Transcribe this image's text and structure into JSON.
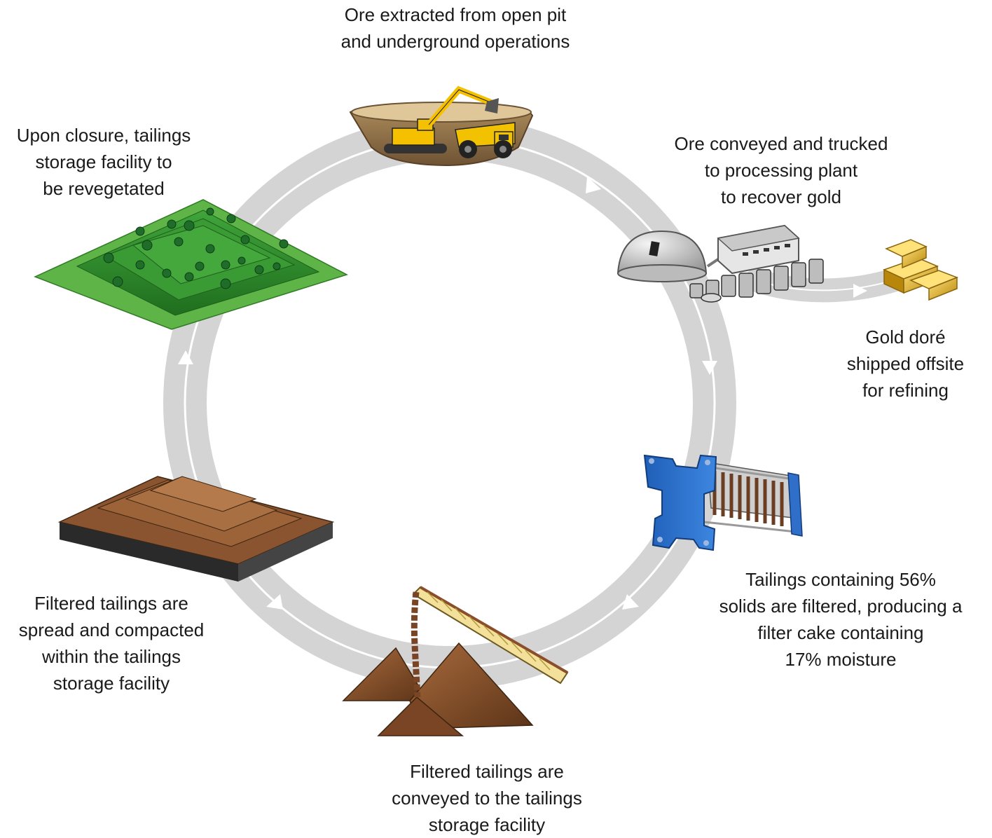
{
  "steps": {
    "mining": {
      "lines": [
        "Ore extracted from open pit",
        "and underground operations"
      ]
    },
    "processing": {
      "lines": [
        "Ore conveyed and trucked",
        "to processing plant",
        "to recover gold"
      ]
    },
    "gold": {
      "lines": [
        "Gold doré",
        "shipped offsite",
        "for refining"
      ]
    },
    "filtering": {
      "lines": [
        "Tailings containing 56%",
        "solids are filtered, producing a",
        "filter cake containing",
        "17% moisture"
      ]
    },
    "conveying": {
      "lines": [
        "Filtered tailings are",
        "conveyed to the tailings",
        "storage facility"
      ]
    },
    "spreading": {
      "lines": [
        "Filtered tailings are",
        "spread and compacted",
        "within the tailings",
        "storage facility"
      ]
    },
    "closure": {
      "lines": [
        "Upon closure, tailings",
        "storage facility to",
        "be revegetated"
      ]
    }
  },
  "colors": {
    "cycle_ring": "#d4d4d4",
    "cycle_line": "#ffffff",
    "pit": "#9b7a4e",
    "excavator": "#f5c000",
    "truck": "#f2c200",
    "mill": "#d0d0d0",
    "gold": "#d9a61e",
    "filter_press": "#2f6fc9",
    "tailings": "#8a5430",
    "grass": "#4fa83a",
    "hill": "#2f8f2a"
  }
}
